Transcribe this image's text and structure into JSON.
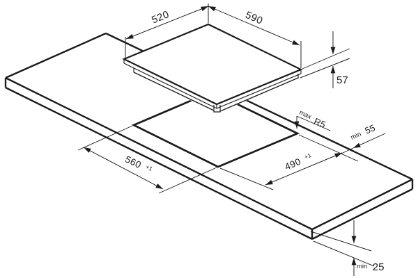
{
  "diagram": {
    "type": "isometric-installation-drawing",
    "subject": "built-in hob and worktop cutout",
    "background": "#ffffff",
    "line_color": "#1b1b1b",
    "dims": {
      "hob_width": "520",
      "hob_depth": "590",
      "hob_height": "57",
      "cutout_length": "560",
      "cutout_length_tol": "+1",
      "cutout_depth": "490",
      "cutout_depth_tol": "+1",
      "corner_radius_prefix": "max",
      "corner_radius": "R5",
      "rear_clearance_prefix": "min",
      "rear_clearance": "55",
      "bottom_clearance_prefix": "min",
      "bottom_clearance": "25"
    }
  }
}
